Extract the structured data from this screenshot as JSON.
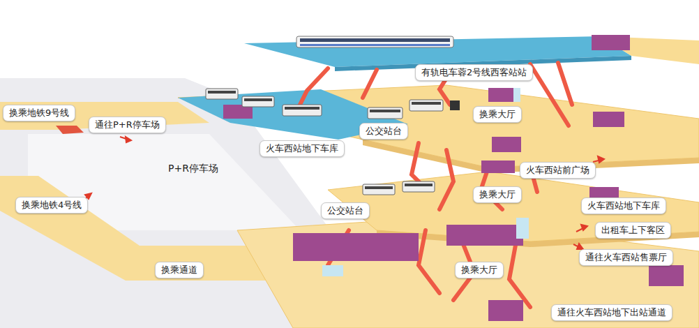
{
  "diagram": {
    "nodes": [
      {
        "text": [
          "有轨电车蓉2号线西客站站"
        ]
      },
      {
        "text": [
          "换乘地铁9号线"
        ]
      },
      {
        "text": [
          "换乘大厅"
        ]
      },
      {
        "text": [
          "通往P+R停车场"
        ]
      },
      {
        "text": [
          "公交站台"
        ]
      },
      {
        "text": [
          "火车西站地下车库"
        ]
      },
      {
        "text": [
          "火车西站前广场"
        ]
      },
      {
        "text": [
          "换乘大厅"
        ]
      },
      {
        "text": [
          "换乘地铁4号线"
        ]
      },
      {
        "text": [
          "火车西站地下车库"
        ]
      },
      {
        "text": [
          "公交站台"
        ]
      },
      {
        "text": [
          "出租车上下客区"
        ]
      },
      {
        "text": [
          "通往火车西站售票厅"
        ]
      },
      {
        "text": [
          "换乘通道"
        ]
      },
      {
        "text": [
          "换乘大厅"
        ]
      },
      {
        "text": [
          "通往火车西站地下出站通道"
        ]
      }
    ],
    "labels": [
      "P+R停车场"
    ]
  }
}
